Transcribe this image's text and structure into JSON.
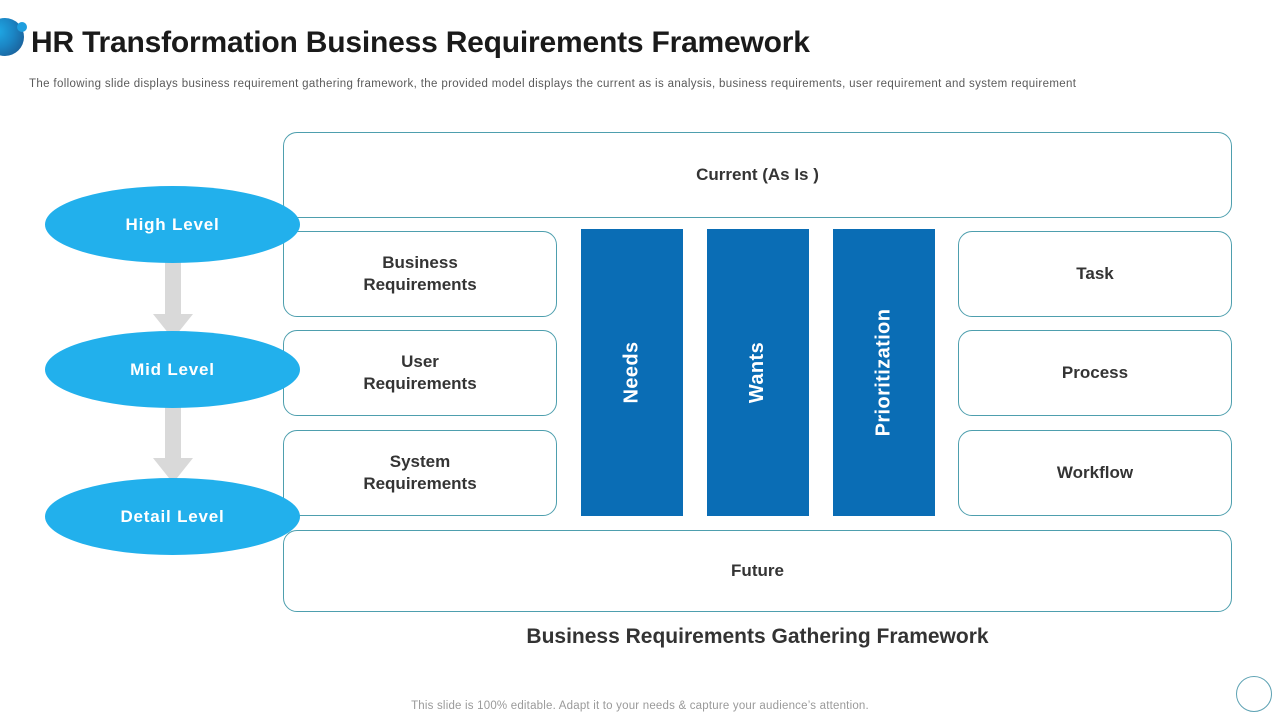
{
  "header": {
    "title": "HR Transformation Business Requirements Framework",
    "subtitle": "The following  slide displays business requirement  gathering framework,  the provided  model displays the current  as is analysis,  business requirements,  user  requirement  and system requirement",
    "logo_icon": "brand-dot-logo"
  },
  "levels": [
    {
      "label": "High Level"
    },
    {
      "label": "Mid Level"
    },
    {
      "label": "Detail Level"
    }
  ],
  "arrows": [
    {
      "name": "arrow-high-to-mid"
    },
    {
      "name": "arrow-mid-to-detail"
    }
  ],
  "framework": {
    "top_band": "Current (As Is )",
    "bottom_band": "Future",
    "left_column": [
      "Business\nRequirements",
      "User\nRequirements",
      "System\nRequirements"
    ],
    "left_column_lines": [
      [
        "Business",
        "Requirements"
      ],
      [
        "User",
        "Requirements"
      ],
      [
        "System",
        "Requirements"
      ]
    ],
    "center_bars": [
      "Needs",
      "Wants",
      "Prioritization"
    ],
    "right_column": [
      "Task",
      "Process",
      "Workflow"
    ],
    "caption": "Business Requirements Gathering Framework"
  },
  "footer": {
    "note": "This slide is 100% editable. Adapt it to your needs & capture your audience’s attention.",
    "circle_icon": "outline-circle-icon"
  },
  "colors": {
    "ellipse_blue": "#22b0ec",
    "bar_blue": "#0a6db5",
    "box_border_teal": "#4e9fae",
    "arrow_gray": "#d9d9d9",
    "title_dark": "#1a1a1a",
    "subtitle_gray": "#5a5a5a",
    "footer_gray": "#9a9a9a"
  },
  "chart_data": {
    "type": "diagram",
    "title": "Business Requirements Gathering Framework",
    "rows": [
      {
        "level": "High Level",
        "requirement": "Business Requirements",
        "output": "Task"
      },
      {
        "level": "Mid Level",
        "requirement": "User Requirements",
        "output": "Process"
      },
      {
        "level": "Detail Level",
        "requirement": "System Requirements",
        "output": "Workflow"
      }
    ],
    "center_pillars": [
      "Needs",
      "Wants",
      "Prioritization"
    ],
    "bands": [
      "Current (As Is )",
      "Future"
    ]
  }
}
